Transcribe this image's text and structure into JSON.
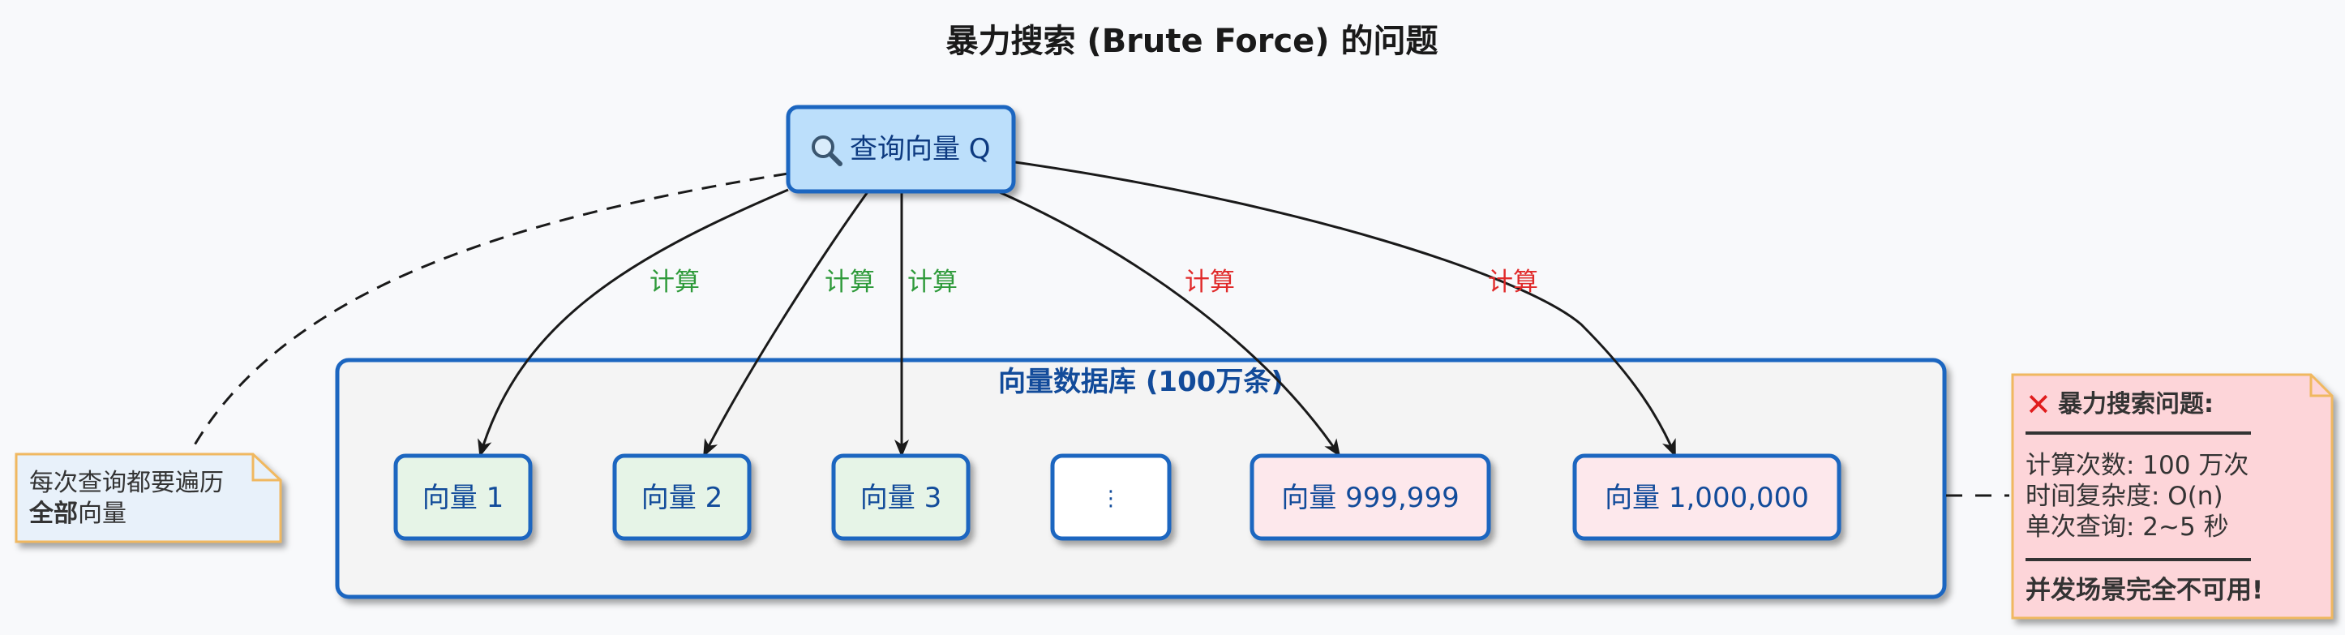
{
  "title": "暴力搜索 (Brute Force) 的问题",
  "query_node": {
    "icon": "magnifier-icon",
    "label": "查询向量 Q"
  },
  "edges": [
    {
      "label": "计算",
      "color": "#2e9a3a"
    },
    {
      "label": "计算",
      "color": "#2e9a3a"
    },
    {
      "label": "计算",
      "color": "#2e9a3a"
    },
    {
      "label": "计算",
      "color": "#e02a2a"
    },
    {
      "label": "计算",
      "color": "#e02a2a"
    }
  ],
  "database": {
    "label": "向量数据库 (100万条)",
    "vectors": [
      {
        "label": "向量 1",
        "fill": "#e6f4e7"
      },
      {
        "label": "向量 2",
        "fill": "#e6f4e7"
      },
      {
        "label": "向量 3",
        "fill": "#e6f4e7"
      },
      {
        "label": "⋮",
        "fill": "#ffffff"
      },
      {
        "label": "向量 999,999",
        "fill": "#fde8ec"
      },
      {
        "label": "向量 1,000,000",
        "fill": "#fde8ec"
      }
    ]
  },
  "left_note": {
    "line1": "每次查询都要遍历",
    "line2_bold": "全部",
    "line2_rest": "向量"
  },
  "right_note": {
    "icon": "red-x-icon",
    "title": "暴力搜索问题:",
    "lines": [
      "计算次数: 100 万次",
      "时间复杂度: O(n)",
      "单次查询: 2~5 秒"
    ],
    "conclusion": "并发场景完全不可用!"
  },
  "colors": {
    "border_blue": "#1f66c0",
    "query_fill": "#bcdffb",
    "db_fill": "#f4f4f4",
    "note_fill": "#e8f1fa",
    "note_border": "#f0b860",
    "warn_fill": "#fdd5d9",
    "green": "#2e9a3a",
    "red": "#e02a2a"
  }
}
